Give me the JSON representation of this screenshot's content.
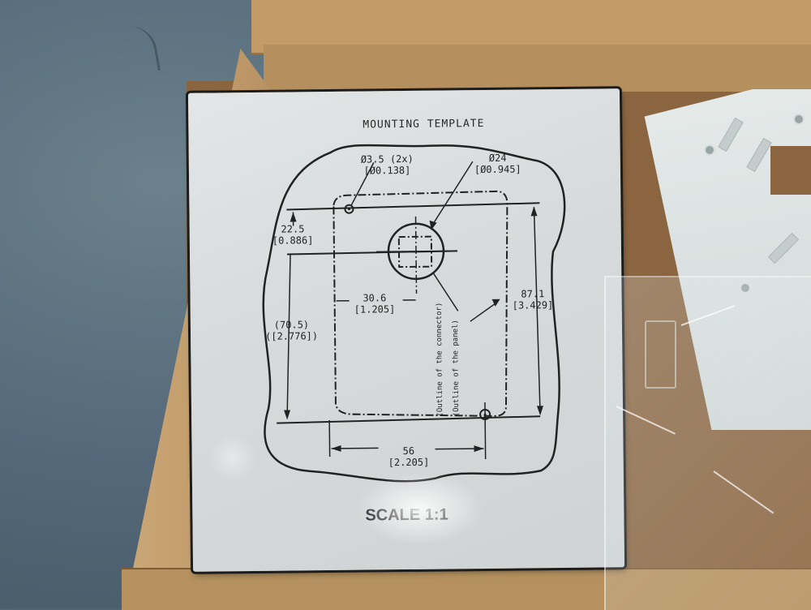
{
  "scene": {
    "description": "Photograph of an opened cardboard box on a blue-grey floor containing a plastic-wrapped mounting template sheet, a white plastic molded part, and a clear bag with a small clip.",
    "colors": {
      "floor": "#55697a",
      "cardboard": "#b58f5d",
      "template_paper": "#dcdfe0",
      "ink": "#222222",
      "plastic_part": "#dde3e2"
    }
  },
  "template": {
    "title": "MOUNTING TEMPLATE",
    "scale_label": "SCALE 1:1",
    "dimensions": {
      "small_hole": {
        "mm": "Ø3.5 (2x)",
        "inch": "[Ø0.138]"
      },
      "connector_hole": {
        "mm": "Ø24",
        "inch": "[Ø0.945]"
      },
      "top_offset": {
        "mm": "22.5",
        "inch": "[0.886]"
      },
      "connector_x": {
        "mm": "30.6",
        "inch": "[1.205]"
      },
      "left_height": {
        "mm": "(70.5)",
        "inch": "([2.776])"
      },
      "right_height": {
        "mm": "87.1",
        "inch": "[3.429]"
      },
      "bottom_width": {
        "mm": "56",
        "inch": "[2.205]"
      }
    },
    "annotations": {
      "connector_outline": "(Outline of the connector)",
      "panel_outline": "(Outline of the panel)"
    }
  }
}
